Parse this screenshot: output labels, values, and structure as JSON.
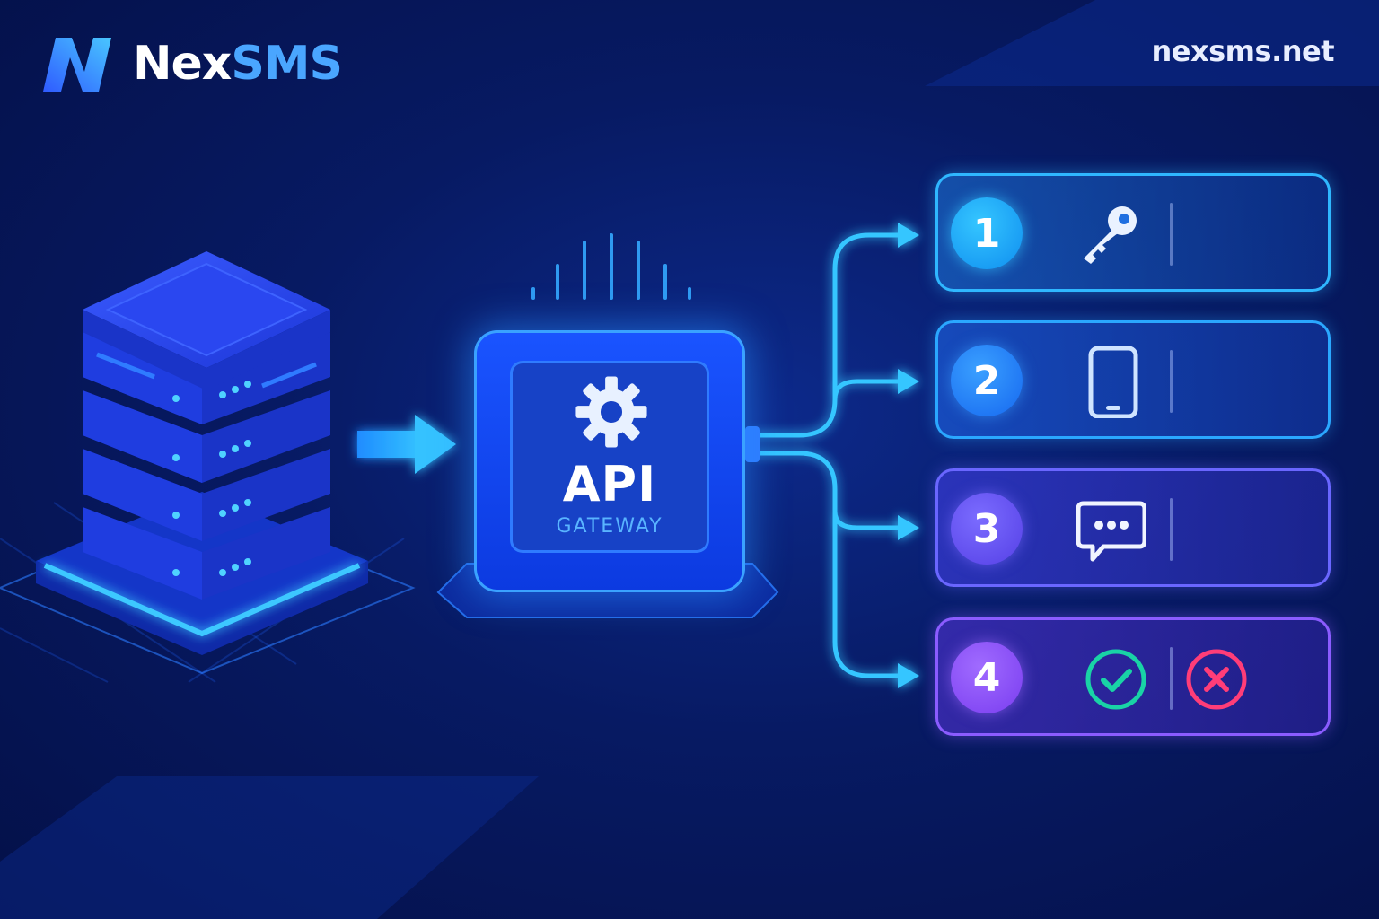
{
  "brand": {
    "name_part1": "Nex",
    "name_part2": "SMS",
    "website": "nexsms.net"
  },
  "gateway": {
    "title": "API",
    "subtitle": "GATEWAY",
    "icon": "gear-icon"
  },
  "source": {
    "icon": "server-stack-icon"
  },
  "steps": [
    {
      "number": "1",
      "icon": "key-icon"
    },
    {
      "number": "2",
      "icon": "smartphone-icon"
    },
    {
      "number": "3",
      "icon": "chat-bubble-icon"
    },
    {
      "number": "4",
      "icons": [
        "check-circle-icon",
        "x-circle-icon"
      ]
    }
  ],
  "colors": {
    "background": "#071a63",
    "accent_cyan": "#2fb7ff",
    "accent_blue": "#1a54ff",
    "accent_purple": "#8b5cff",
    "success": "#19d3a6",
    "error": "#ff3d78"
  }
}
